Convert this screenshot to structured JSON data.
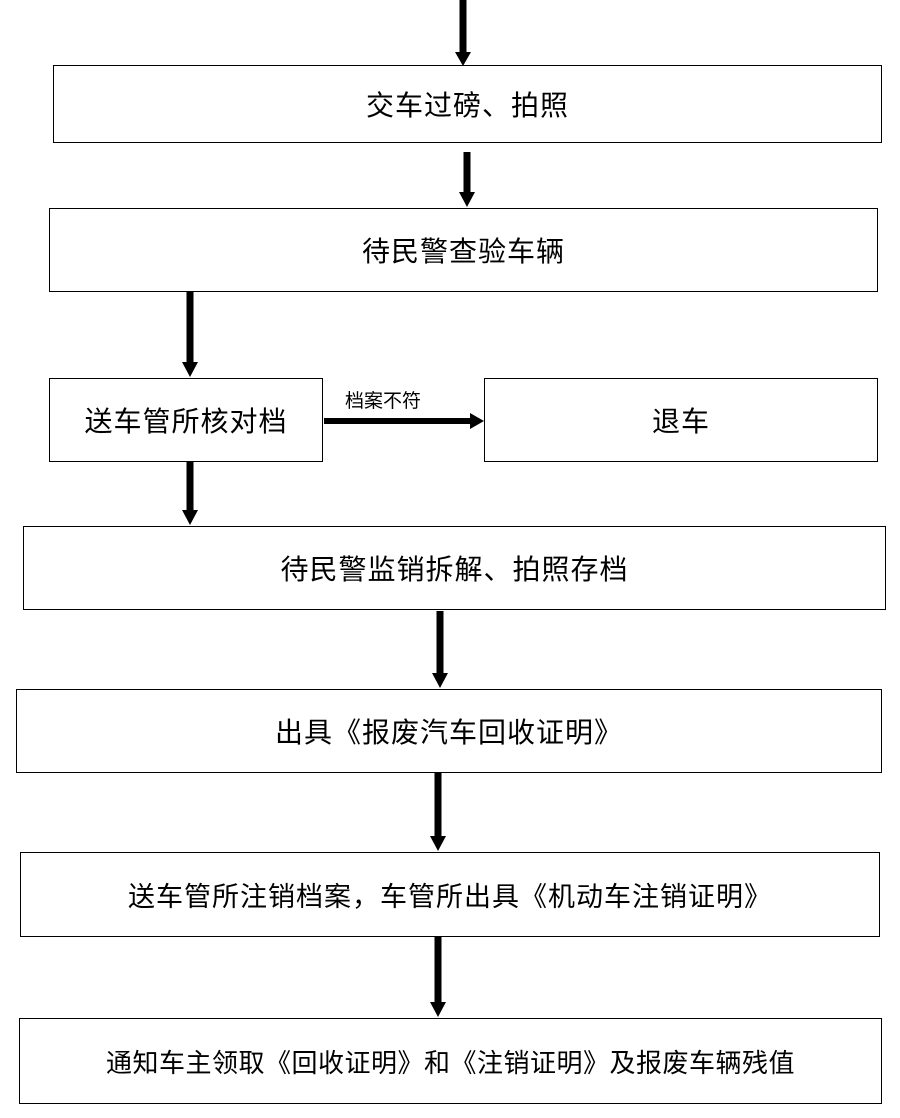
{
  "flowchart": {
    "steps": {
      "weigh_photo": "交车过磅、拍照",
      "police_inspect": "待民警查验车辆",
      "verify_archive": "送车管所核对档",
      "return_car": "退车",
      "dismantle": "待民警监销拆解、拍照存档",
      "recycle_certificate": "出具《报废汽车回收证明》",
      "deregister": "送车管所注销档案，车管所出具《机动车注销证明》",
      "notify_owner": "通知车主领取《回收证明》和《注销证明》及报废车辆残值"
    },
    "edge_labels": {
      "mismatch": "档案不符"
    }
  }
}
